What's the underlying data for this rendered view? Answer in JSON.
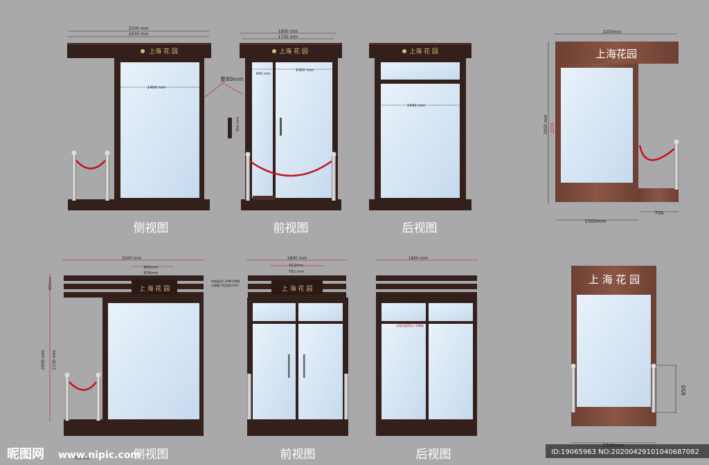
{
  "brand": "上海花园",
  "brand_spaced": "上 海 花 园",
  "brand_small": "上海 花 园",
  "views": {
    "side": "侧视图",
    "front": "前视图",
    "back": "后视图"
  },
  "dims_top": {
    "side_outer": "2500 mm",
    "side_inner": "2430 mm",
    "side_glass": "1400 mm",
    "front_outer": "1800 mm",
    "front_inner": "1735 mm",
    "front_left": "400 mm",
    "front_right": "1000 mm",
    "front_handle": "950 mm",
    "bend": "变80mm",
    "back_glass": "1400 mm",
    "right_width": "2200mm",
    "right_height": "2850 mm",
    "right_inner_height": "2270",
    "right_base": "1500mm",
    "right_side": "700"
  },
  "dims_bottom": {
    "side_outer": "2500 mm",
    "side_sign1": "800mm",
    "side_sign2": "628mm",
    "side_top": "420mm",
    "side_height": "2900 mm",
    "side_inner_height": "2130 mm",
    "side_base": "700 mm",
    "front_outer": "1800 mm",
    "front_sign1": "912mm",
    "front_sign2": "792 mm",
    "front_note1": "单独乘坐1.2MM不锈钢",
    "front_note2": "后期客户再品定LOGO",
    "back_outer": "1800 mm",
    "back_note": "从贴后面再品十字钢条",
    "kiosk_height": "850",
    "kiosk_base": "1500mm"
  },
  "watermark": {
    "logo": "昵图网",
    "url": "www.nipic.com",
    "id": "ID:19065963 NO:20200429101040687082"
  },
  "colors": {
    "frame": "#33201b",
    "frame_light": "#4a3029",
    "wood": "#7a4a3a",
    "glass": "#dbe9f6",
    "rope": "#c0141e",
    "gold": "#d9b878",
    "bg": "#a9a9ab"
  }
}
